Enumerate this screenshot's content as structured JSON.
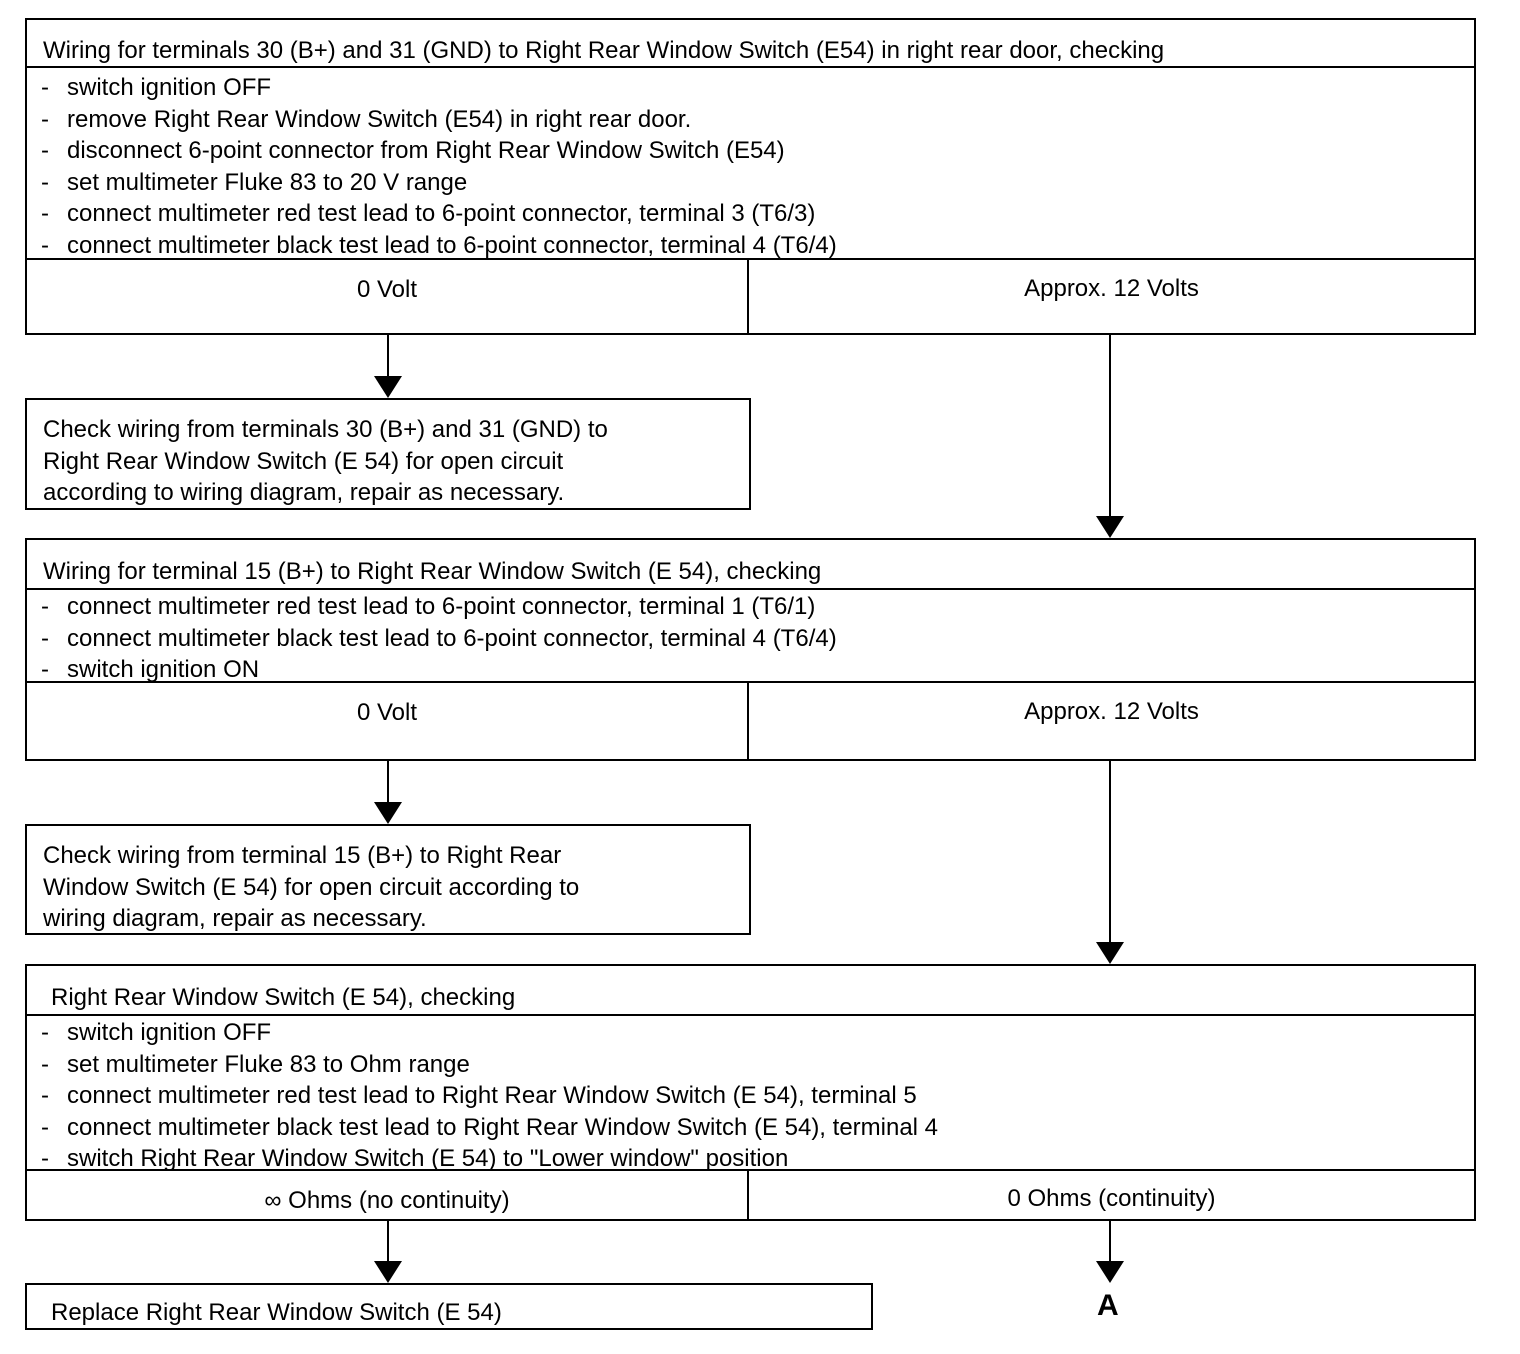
{
  "box1": {
    "title": "Wiring for terminals 30 (B+) and 31 (GND) to Right Rear Window Switch (E54)  in right rear door, checking",
    "steps": [
      "switch ignition OFF",
      "remove Right Rear Window Switch (E54)  in right rear door.",
      "disconnect 6-point connector from Right Rear Window Switch (E54)",
      "set multimeter Fluke 83 to 20 V range",
      "connect multimeter red test lead to 6-point connector,  terminal 3 (T6/3)",
      "connect multimeter black test lead to 6-point connector, terminal 4 (T6/4)"
    ],
    "result_left": "0 Volt",
    "result_right": "Approx. 12 Volts"
  },
  "note1": {
    "lines": [
      "Check wiring from terminals 30 (B+) and 31 (GND) to",
      "Right Rear Window Switch (E 54) for open circuit",
      "according  to wiring  diagram,  repair as  necessary."
    ]
  },
  "box2": {
    "title": "Wiring for terminal 15 (B+)  to Right Rear Window Switch (E 54), checking",
    "steps": [
      "connect multimeter red test lead to 6-point connector,  terminal 1 (T6/1)",
      "connect multimeter black test lead to 6-point connector,  terminal 4 (T6/4)",
      "switch ignition ON"
    ],
    "result_left": "0 Volt",
    "result_right": "Approx. 12 Volts"
  },
  "note2": {
    "lines": [
      "Check wiring from terminal 15 (B+)  to Right Rear",
      "Window Switch (E 54) for open circuit according  to",
      "wiring  diagram,  repair as  necessary."
    ]
  },
  "box3": {
    "title": "Right Rear Window Switch (E 54), checking",
    "steps": [
      "switch ignition OFF",
      "set multimeter Fluke 83 to Ohm range",
      "connect multimeter red test lead to Right Rear Window Switch (E 54), terminal 5",
      "connect multimeter black test lead to  Right Rear Window Switch (E 54), terminal 4",
      "switch  Right Rear Window Switch (E 54) to \"Lower window\" position"
    ],
    "result_left": "∞ Ohms  (no continuity)",
    "result_right": "0 Ohms  (continuity)"
  },
  "note3": {
    "lines": [
      "Replace  Right Rear Window Switch (E 54)"
    ]
  },
  "connector": {
    "label": "A"
  },
  "step_bullet": "-"
}
